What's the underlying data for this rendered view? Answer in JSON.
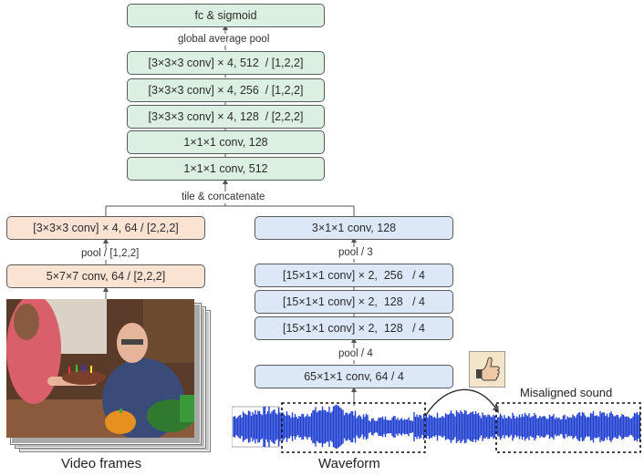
{
  "colors": {
    "green_box": "#dcefe3",
    "blue_box": "#dce7f7",
    "peach_box": "#fbe3d3",
    "waveform": "#1f3fd0",
    "border": "#5a5a5a"
  },
  "fused": {
    "top": "fc & sigmoid",
    "gap_label": "global average pool",
    "b1": "[3×3×3 conv] × 4, 512  / [1,2,2]",
    "b2": "[3×3×3 conv] × 4, 256  / [1,2,2]",
    "b3": "[3×3×3 conv] × 4, 128  / [2,2,2]",
    "b4": "1×1×1 conv, 128",
    "b5": "1×1×1 conv, 512",
    "tile_label": "tile & concatenate"
  },
  "video": {
    "b1": "[3×3×3 conv] × 4, 64 / [2,2,2]",
    "pool_label": "pool / [1,2,2]",
    "b2": "5×7×7 conv, 64 / [2,2,2]",
    "caption": "Video frames"
  },
  "audio": {
    "b1": "3×1×1 conv, 128",
    "pool3_label": "pool / 3",
    "b2": "[15×1×1 conv] × 2,  256   / 4",
    "b3": "[15×1×1 conv] × 2,  128   / 4",
    "b4": "[15×1×1 conv] × 2,  128   / 4",
    "pool4_label": "pool / 4",
    "b5": "65×1×1 conv, 64 / 4",
    "caption": "Waveform",
    "misaligned_label": "Misaligned sound"
  },
  "icons": [
    "thumbs-up-icon"
  ]
}
